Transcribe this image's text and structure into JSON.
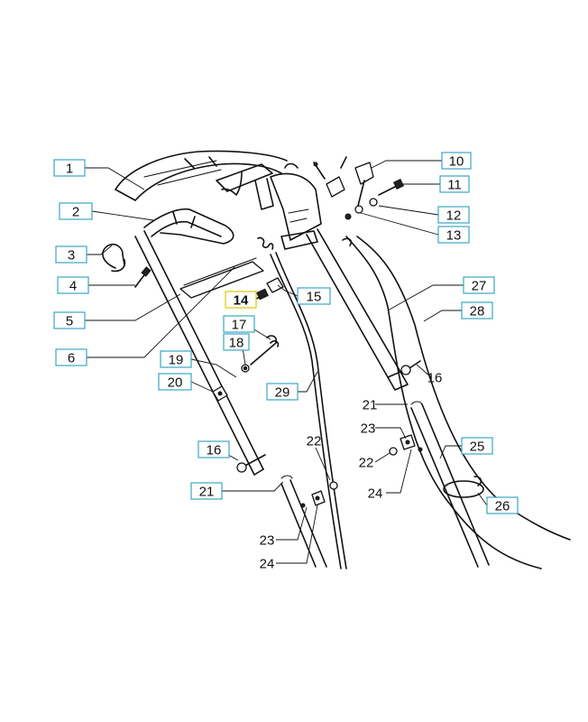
{
  "colors": {
    "callout_border": "#3aa7c4",
    "highlight_fill": "#ffee00",
    "highlight_border": "#d9c800",
    "line": "#111111",
    "background": "#ffffff"
  },
  "diagram": {
    "highlighted_part": "14",
    "callouts": [
      {
        "label": "1",
        "boxed": true
      },
      {
        "label": "2",
        "boxed": true
      },
      {
        "label": "3",
        "boxed": true
      },
      {
        "label": "4",
        "boxed": true
      },
      {
        "label": "5",
        "boxed": true
      },
      {
        "label": "6",
        "boxed": true
      },
      {
        "label": "10",
        "boxed": true
      },
      {
        "label": "11",
        "boxed": true
      },
      {
        "label": "12",
        "boxed": true
      },
      {
        "label": "13",
        "boxed": true
      },
      {
        "label": "14",
        "boxed": true,
        "highlighted": true
      },
      {
        "label": "15",
        "boxed": true
      },
      {
        "label": "16",
        "boxed": false
      },
      {
        "label": "16",
        "boxed": true
      },
      {
        "label": "17",
        "boxed": true
      },
      {
        "label": "18",
        "boxed": true
      },
      {
        "label": "19",
        "boxed": true
      },
      {
        "label": "20",
        "boxed": true
      },
      {
        "label": "21",
        "boxed": false
      },
      {
        "label": "21",
        "boxed": true
      },
      {
        "label": "22",
        "boxed": false
      },
      {
        "label": "22",
        "boxed": false
      },
      {
        "label": "23",
        "boxed": false
      },
      {
        "label": "23",
        "boxed": false
      },
      {
        "label": "24",
        "boxed": false
      },
      {
        "label": "24",
        "boxed": false
      },
      {
        "label": "25",
        "boxed": true
      },
      {
        "label": "26",
        "boxed": true
      },
      {
        "label": "27",
        "boxed": true
      },
      {
        "label": "28",
        "boxed": true
      },
      {
        "label": "29",
        "boxed": true
      }
    ]
  }
}
